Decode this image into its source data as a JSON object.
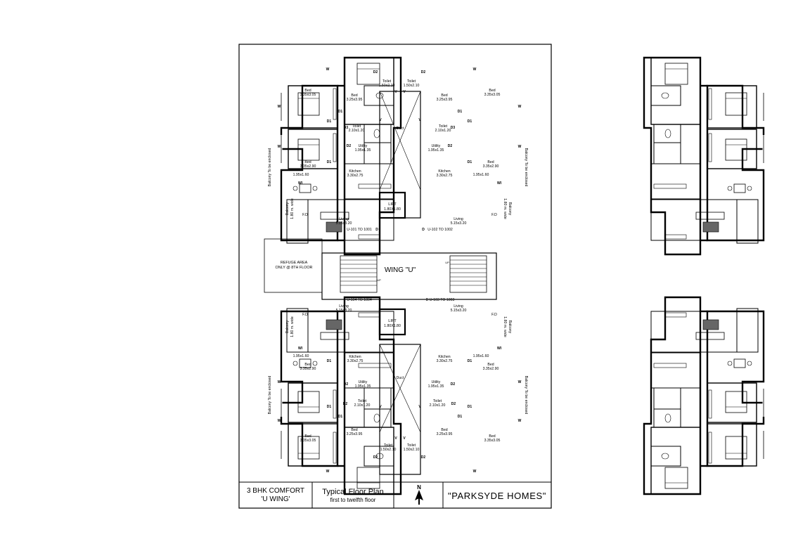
{
  "title_block": {
    "plan_type": "3 BHK COMFORT",
    "wing": "'U WING'",
    "title": "Typical Floor Plan",
    "floors": "first to twelfth floor",
    "north": "N",
    "project": "\"PARKSYDE HOMES\""
  },
  "core": {
    "wing_label": "WING \"U\"",
    "lift": "LIFT",
    "lift_size": "1.80X1.80",
    "duct": "Duct",
    "up": "UP",
    "refuge_line1": "REFUGE AREA",
    "refuge_line2": "ONLY @ 8TH FLOOR"
  },
  "units": {
    "u101": "U-101 TO 1001",
    "u102": "U-102 TO 1002",
    "u103": "D U-103 TO 1003",
    "u104": "U-104 TO 1004"
  },
  "rooms": {
    "bed": "Bed",
    "toilet": "Toilet",
    "utility": "Utility",
    "kitchen": "Kitchen",
    "living": "Living",
    "balcony": "Balcony",
    "balcony_note": "Balcony To be enclosed",
    "wide": "1.80 m. wide",
    "fd": "F.D"
  },
  "sizes": {
    "bed_a": "3.35x3.05",
    "bed_b": "3.25x3.95",
    "bed_c": "3.35x2.90",
    "toilet_a": "1.50x2.10",
    "toilet_b": "2.10x1.20",
    "utility": "1.95x1.35",
    "kitchen": "3.30x2.75",
    "living": "5.15x3.20",
    "pass": "1.95x1.60"
  },
  "tags": {
    "w": "W",
    "wi": "WI",
    "d": "D",
    "d1": "D1",
    "d2": "D2",
    "d3": "D3",
    "v": "V"
  }
}
